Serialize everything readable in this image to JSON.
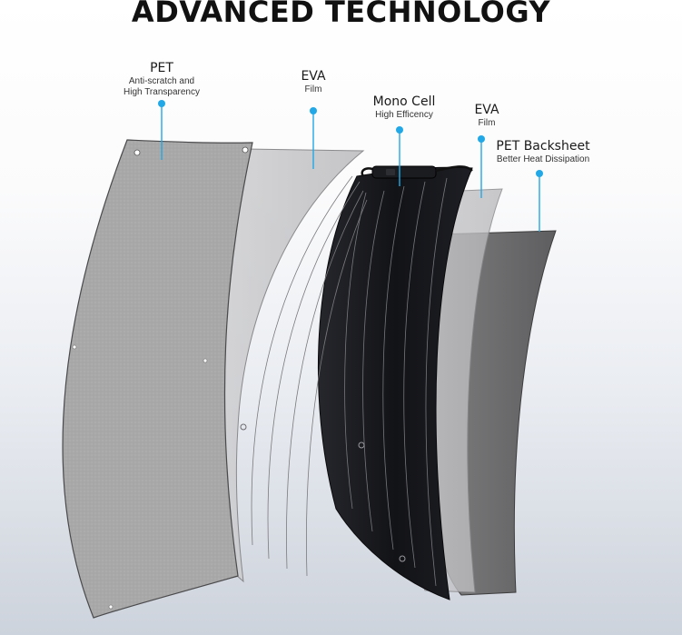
{
  "title": "ADVANCED TECHNOLOGY",
  "colors": {
    "accent": "#22a8e6",
    "pet_front": "#a9a9a9",
    "eva": "#c4c4c6",
    "mono_cell": "#16171b",
    "backsheet": "#6e6e6f"
  },
  "layers": [
    {
      "name": "PET",
      "desc_lines": [
        "Anti-scratch and",
        "High Transparency"
      ]
    },
    {
      "name": "EVA",
      "desc_lines": [
        "Film"
      ]
    },
    {
      "name": "Mono Cell",
      "desc_lines": [
        "High Efficency"
      ]
    },
    {
      "name": "EVA",
      "desc_lines": [
        "Film"
      ]
    },
    {
      "name": "PET Backsheet",
      "desc_lines": [
        "Better Heat Dissipation"
      ]
    }
  ]
}
